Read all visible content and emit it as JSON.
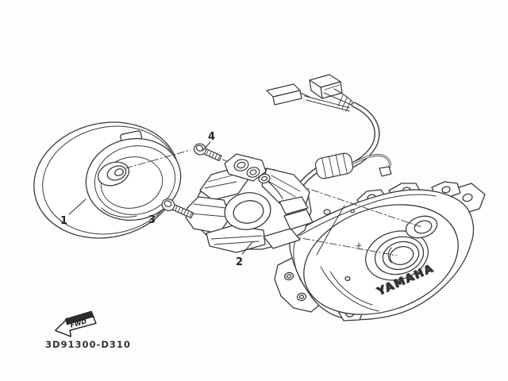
{
  "diagram": {
    "part_number": "3D91300-D310",
    "brand_text": "YAMAHA",
    "direction_arrow": {
      "label": "FWD"
    },
    "callouts": [
      {
        "label": "1",
        "part": "flywheel-rotor"
      },
      {
        "label": "2",
        "part": "stator-coil-assembly"
      },
      {
        "label": "3",
        "part": "flywheel-bolt"
      },
      {
        "label": "4",
        "part": "pickup-coil-screw"
      }
    ],
    "colors": {
      "line": "#3a3a3a",
      "background": "#fdfdfd",
      "label_text": "#232323"
    }
  }
}
